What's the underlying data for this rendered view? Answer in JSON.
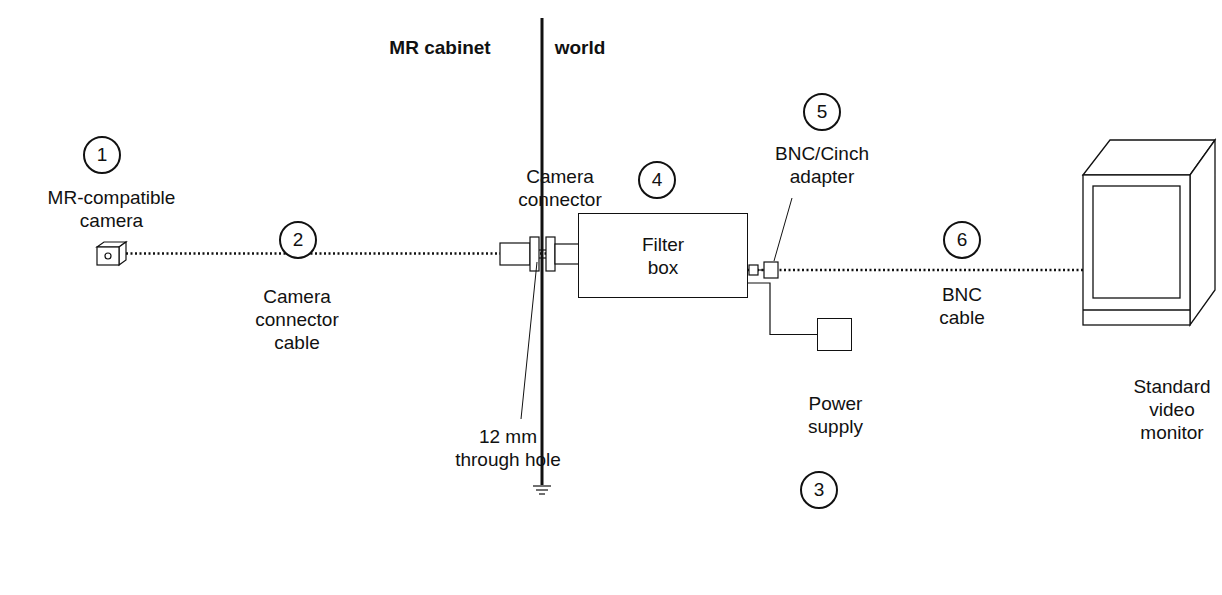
{
  "diagram": {
    "nodes": [
      {
        "text": [
          "MR-compatible camera"
        ]
      },
      {
        "text": [
          "Filter box"
        ]
      },
      {
        "text": [
          "Power supply"
        ]
      },
      {
        "text": [
          "Standard video monitor"
        ]
      }
    ],
    "edges": [
      {
        "from": 0,
        "to": 1,
        "arrow": "none"
      },
      {
        "from": 1,
        "to": 2,
        "arrow": "none"
      },
      {
        "from": 1,
        "to": 3,
        "arrow": "none"
      }
    ],
    "labels": [
      "MR cabinet",
      "world",
      "1",
      "2",
      "Camera connector cable",
      "Camera connector",
      "12 mm through hole",
      "4",
      "5",
      "BNC/Cinch adapter",
      "6",
      "BNC cable",
      "3"
    ]
  }
}
